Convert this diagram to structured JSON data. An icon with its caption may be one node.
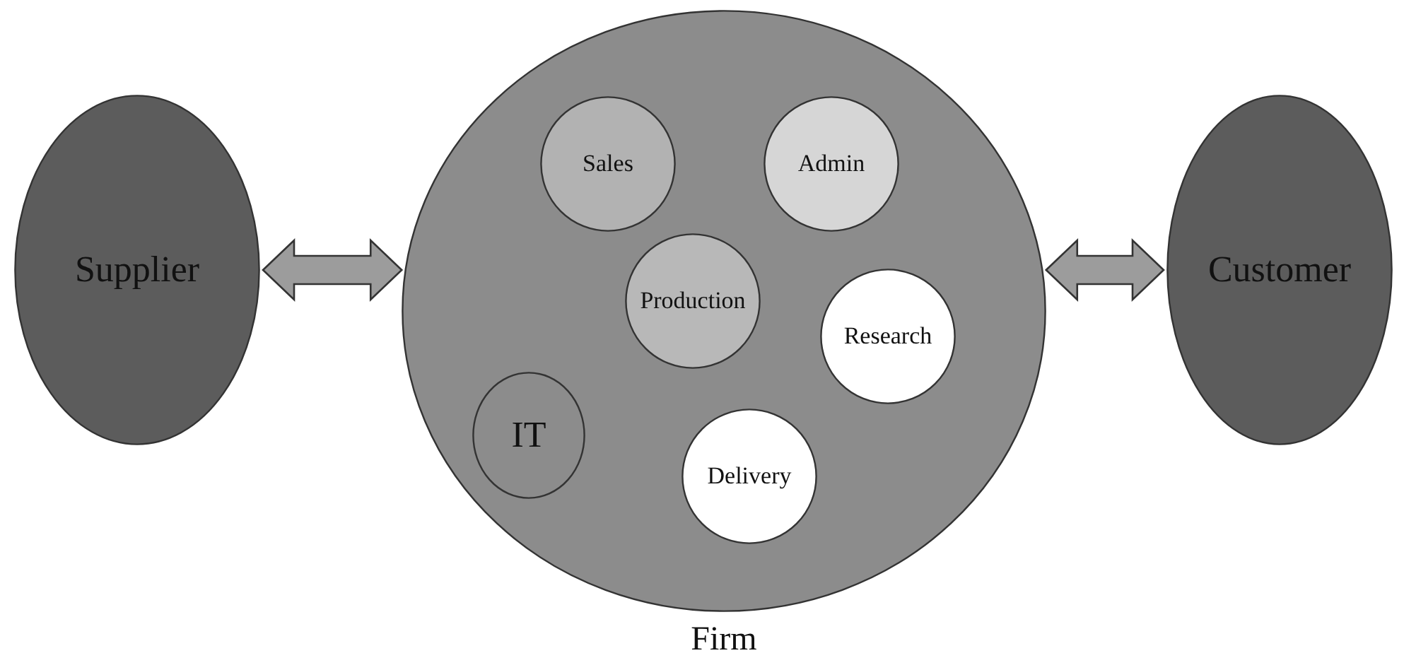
{
  "diagram": {
    "nodes": [
      {
        "text": [
          "Supplier"
        ]
      },
      {
        "text": [
          "Firm"
        ]
      },
      {
        "text": [
          "Sales"
        ],
        "in": 1
      },
      {
        "text": [
          "Admin"
        ],
        "in": 1
      },
      {
        "text": [
          "Production"
        ],
        "in": 1
      },
      {
        "text": [
          "Research"
        ],
        "in": 1
      },
      {
        "text": [
          "IT"
        ],
        "in": 1
      },
      {
        "text": [
          "Delivery"
        ],
        "in": 1
      },
      {
        "text": [
          "Customer"
        ]
      }
    ],
    "edges": [
      {
        "from": 0,
        "to": 1,
        "arrow": "both"
      },
      {
        "from": 1,
        "to": 8,
        "arrow": "both"
      }
    ]
  }
}
